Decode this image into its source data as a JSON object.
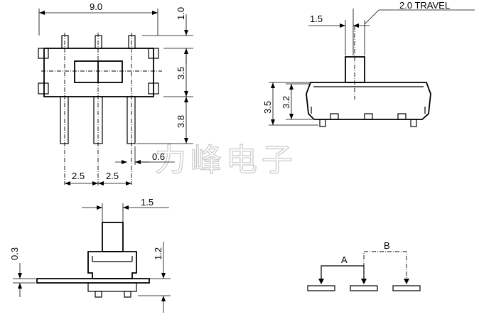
{
  "watermark": "力峰电子",
  "top_view": {
    "width": "9.0",
    "pin_protrusion": "1.0",
    "body_height": "3.5",
    "lead_length": "3.8",
    "lead_width": "0.6",
    "pitch_left": "2.5",
    "pitch_right": "2.5"
  },
  "side_view": {
    "actuator_width": "1.5",
    "travel": "2.0 TRAVEL",
    "height_total": "3.5",
    "height_body": "3.2"
  },
  "bottom_view": {
    "actuator_width": "1.5",
    "offset": "0.3",
    "standoff": "1.2"
  },
  "schematic": {
    "position_a": "A",
    "position_b": "B"
  }
}
